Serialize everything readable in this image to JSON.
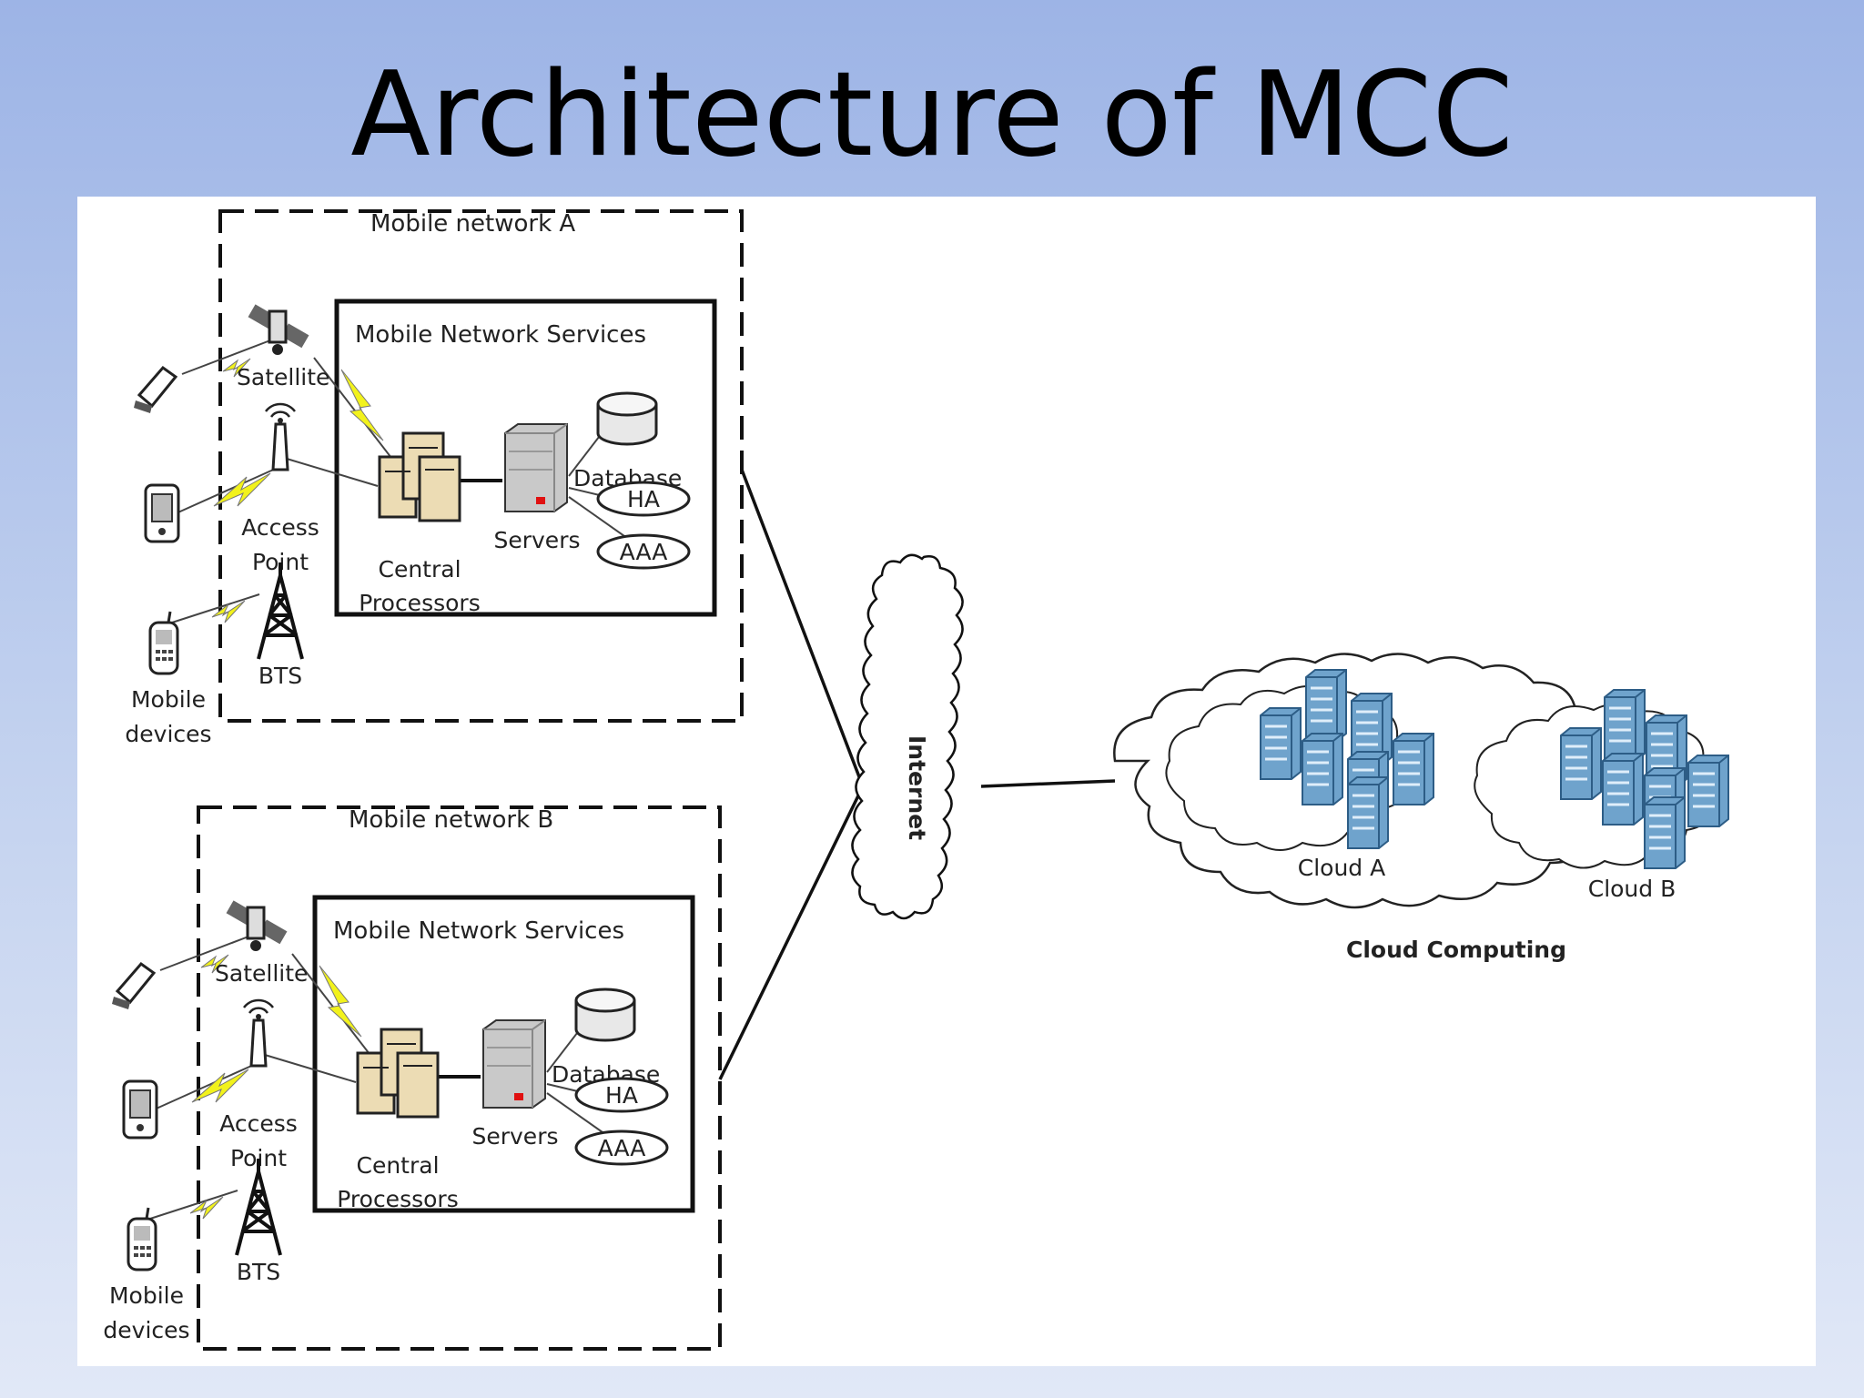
{
  "slide": {
    "title": "Architecture of MCC"
  },
  "networks": [
    {
      "label": "Mobile network A",
      "services_label": "Mobile Network Services",
      "satellite": "Satellite",
      "access_point": [
        "Access",
        "Point"
      ],
      "bts": "BTS",
      "mobile_devices": [
        "Mobile",
        "devices"
      ],
      "central_processors": [
        "Central",
        "Processors"
      ],
      "servers": "Servers",
      "database": "Database",
      "ha": "HA",
      "aaa": "AAA"
    },
    {
      "label": "Mobile network B",
      "services_label": "Mobile Network Services",
      "satellite": "Satellite",
      "access_point": [
        "Access",
        "Point"
      ],
      "bts": "BTS",
      "mobile_devices": [
        "Mobile",
        "devices"
      ],
      "central_processors": [
        "Central",
        "Processors"
      ],
      "servers": "Servers",
      "database": "Database",
      "ha": "HA",
      "aaa": "AAA"
    }
  ],
  "internet": {
    "label": "Internet"
  },
  "cloud": {
    "cloud_a": "Cloud A",
    "cloud_b": "Cloud B",
    "caption": "Cloud Computing"
  },
  "colors": {
    "lightning": "#f2f21c",
    "server_blue": "#6fa3cc",
    "processor_beige": "#ecdcb4",
    "server_grey": "#c9c9c9",
    "indicator_red": "#e01010"
  }
}
